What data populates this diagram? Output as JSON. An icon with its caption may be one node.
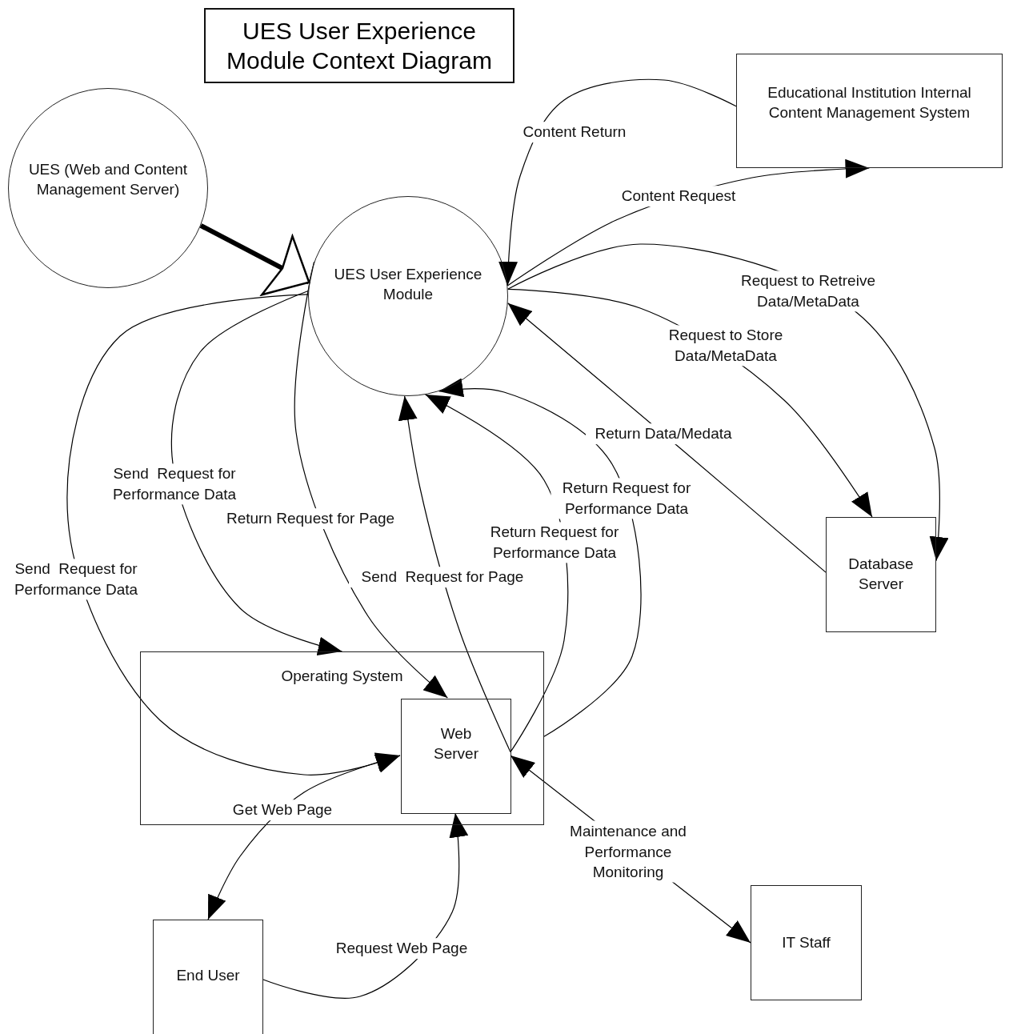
{
  "diagram": {
    "title": "UES User Experience Module Context Diagram",
    "nodes": [
      {
        "text": [
          "UES (Web and Content Management Server)"
        ]
      },
      {
        "text": [
          "UES User Experience Module"
        ]
      },
      {
        "text": [
          "Educational Institution Internal Content Management System"
        ]
      },
      {
        "text": [
          "Database Server"
        ]
      },
      {
        "text": [
          "Operating System"
        ]
      },
      {
        "text": [
          "Web Server"
        ],
        "in": 4
      },
      {
        "text": [
          "End User"
        ]
      },
      {
        "text": [
          "IT Staff"
        ]
      }
    ],
    "edges": [
      {
        "from": 0,
        "to": 1,
        "arrow": "to",
        "style": "thick"
      },
      {
        "from": 2,
        "to": 1,
        "arrow": "to",
        "label": "Content Return"
      },
      {
        "from": 1,
        "to": 2,
        "arrow": "to",
        "label": "Content Request"
      },
      {
        "from": 1,
        "to": 3,
        "arrow": "to",
        "label": "Request to Retreive Data/MetaData"
      },
      {
        "from": 1,
        "to": 3,
        "arrow": "to",
        "label": "Request to Store Data/MetaData"
      },
      {
        "from": 3,
        "to": 1,
        "arrow": "to",
        "label": "Return Data/Medata"
      },
      {
        "from": 1,
        "to": 4,
        "arrow": "to",
        "label": "Send  Request for Performance Data"
      },
      {
        "from": 1,
        "to": 5,
        "arrow": "to",
        "label": "Send  Request for Performance Data"
      },
      {
        "from": 1,
        "to": 5,
        "arrow": "to",
        "label": "Return Request for Page"
      },
      {
        "from": 5,
        "to": 1,
        "arrow": "to",
        "label": "Send  Request for Page"
      },
      {
        "from": 5,
        "to": 1,
        "arrow": "to",
        "label": "Return Request for Performance Data"
      },
      {
        "from": 4,
        "to": 1,
        "arrow": "to",
        "label": "Return Request for Performance Data"
      },
      {
        "from": 7,
        "to": 5,
        "arrow": "both",
        "label": "Maintenance and Performance Monitoring"
      },
      {
        "from": 5,
        "to": 6,
        "arrow": "both",
        "label": "Get Web Page"
      },
      {
        "from": 6,
        "to": 5,
        "arrow": "to",
        "label": "Request Web Page"
      }
    ]
  }
}
